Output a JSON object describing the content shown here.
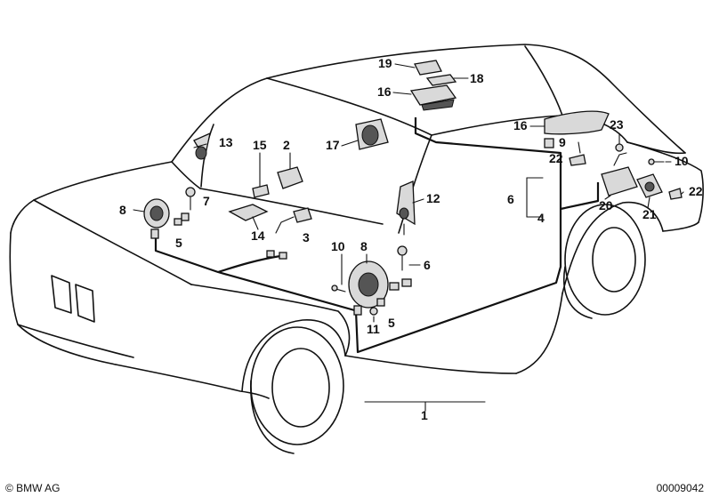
{
  "labels": {
    "l1": "1",
    "l2": "2",
    "l3": "3",
    "l4": "4",
    "l5a": "5",
    "l5b": "5",
    "l6a": "6",
    "l6b": "6",
    "l7": "7",
    "l8a": "8",
    "l8b": "8",
    "l9": "9",
    "l10a": "10",
    "l10b": "10",
    "l11": "11",
    "l12": "12",
    "l13": "13",
    "l14": "14",
    "l15": "15",
    "l16a": "16",
    "l16b": "16",
    "l17": "17",
    "l18": "18",
    "l19": "19",
    "l20": "20",
    "l21": "21",
    "l22a": "22",
    "l22b": "22",
    "l23": "23"
  },
  "footer": {
    "copyright": "© BMW AG",
    "docnum": "00009042"
  }
}
